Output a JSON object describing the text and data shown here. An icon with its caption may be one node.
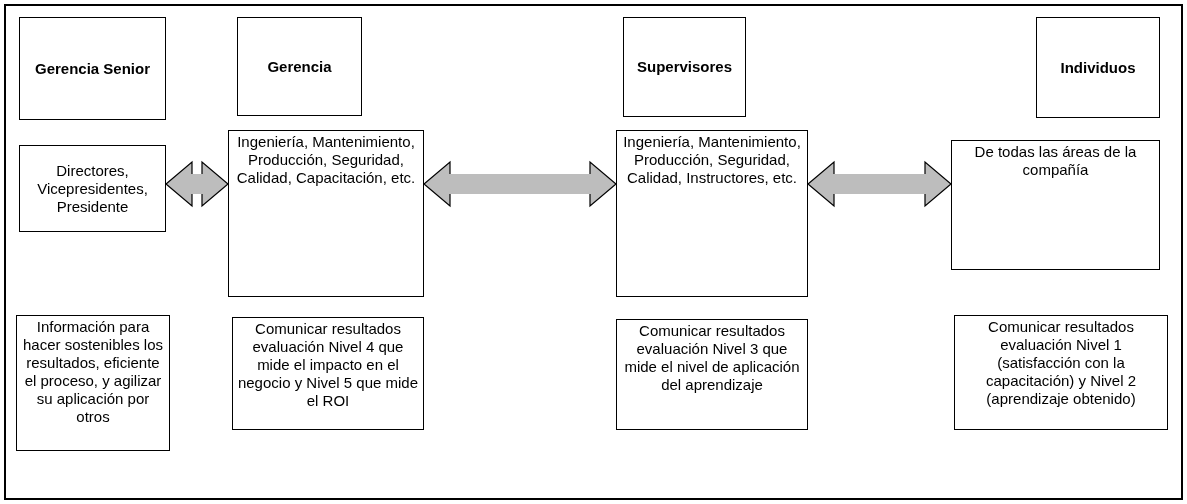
{
  "diagram": {
    "nodes": [
      {
        "text": [
          "Gerencia Senior"
        ]
      },
      {
        "text": [
          "Gerencia"
        ]
      },
      {
        "text": [
          "Supervisores"
        ]
      },
      {
        "text": [
          "Individuos"
        ]
      },
      {
        "text": [
          "Directores, Vicepresidentes, Presidente"
        ]
      },
      {
        "text": [
          "Ingeniería, Mantenimiento, Producción, Seguridad, Calidad, Capacitación, etc."
        ]
      },
      {
        "text": [
          "Ingeniería, Mantenimiento, Producción, Seguridad, Calidad, Instructores, etc."
        ]
      },
      {
        "text": [
          "De todas las áreas de la compañía"
        ]
      },
      {
        "text": [
          "Información para hacer sostenibles los resultados, eficiente el proceso, y agilizar su aplicación por otros"
        ]
      },
      {
        "text": [
          "Comunicar resultados evaluación Nivel 4 que mide el impacto en el negocio y Nivel 5 que mide el ROI"
        ]
      },
      {
        "text": [
          "Comunicar resultados evaluación Nivel 3 que mide el nivel de aplicación del aprendizaje"
        ]
      },
      {
        "text": [
          "Comunicar resultados evaluación Nivel 1 (satisfacción con la capacitación) y Nivel 2 (aprendizaje obtenido)"
        ]
      }
    ],
    "edges": [
      {
        "from": 4,
        "to": 5,
        "arrow": "both"
      },
      {
        "from": 5,
        "to": 6,
        "arrow": "both"
      },
      {
        "from": 6,
        "to": 7,
        "arrow": "both"
      }
    ]
  }
}
